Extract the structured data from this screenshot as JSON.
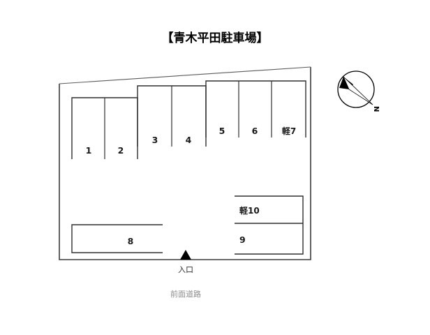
{
  "title": "【青木平田駐車場】",
  "diagram": {
    "name": "parking-lot-site-plan",
    "entrance": {
      "label": "入口",
      "marker": "triangle-up-icon"
    },
    "front_road": {
      "label": "前面道路"
    },
    "compass": {
      "label": "N",
      "icon": "compass-rose-icon",
      "needle_direction": "upper-left"
    },
    "stalls_top_row_left": [
      {
        "id": "stall-1",
        "label": "1"
      },
      {
        "id": "stall-2",
        "label": "2"
      }
    ],
    "stalls_top_row_middle": [
      {
        "id": "stall-3",
        "label": "3"
      },
      {
        "id": "stall-4",
        "label": "4"
      }
    ],
    "stalls_top_row_right": [
      {
        "id": "stall-5",
        "label": "5"
      },
      {
        "id": "stall-6",
        "label": "6"
      },
      {
        "id": "stall-7",
        "label": "軽7"
      }
    ],
    "stalls_bottom_left": [
      {
        "id": "stall-8",
        "label": "8"
      }
    ],
    "stalls_bottom_right": [
      {
        "id": "stall-10",
        "label": "軽10"
      },
      {
        "id": "stall-9",
        "label": "9"
      }
    ]
  },
  "colors": {
    "background": "#ffffff",
    "line": "#2e2e2e",
    "outline": "#3a3a3a",
    "text": "#1a1a1a",
    "muted_text": "#8c8c8c",
    "marker": "#000000"
  }
}
